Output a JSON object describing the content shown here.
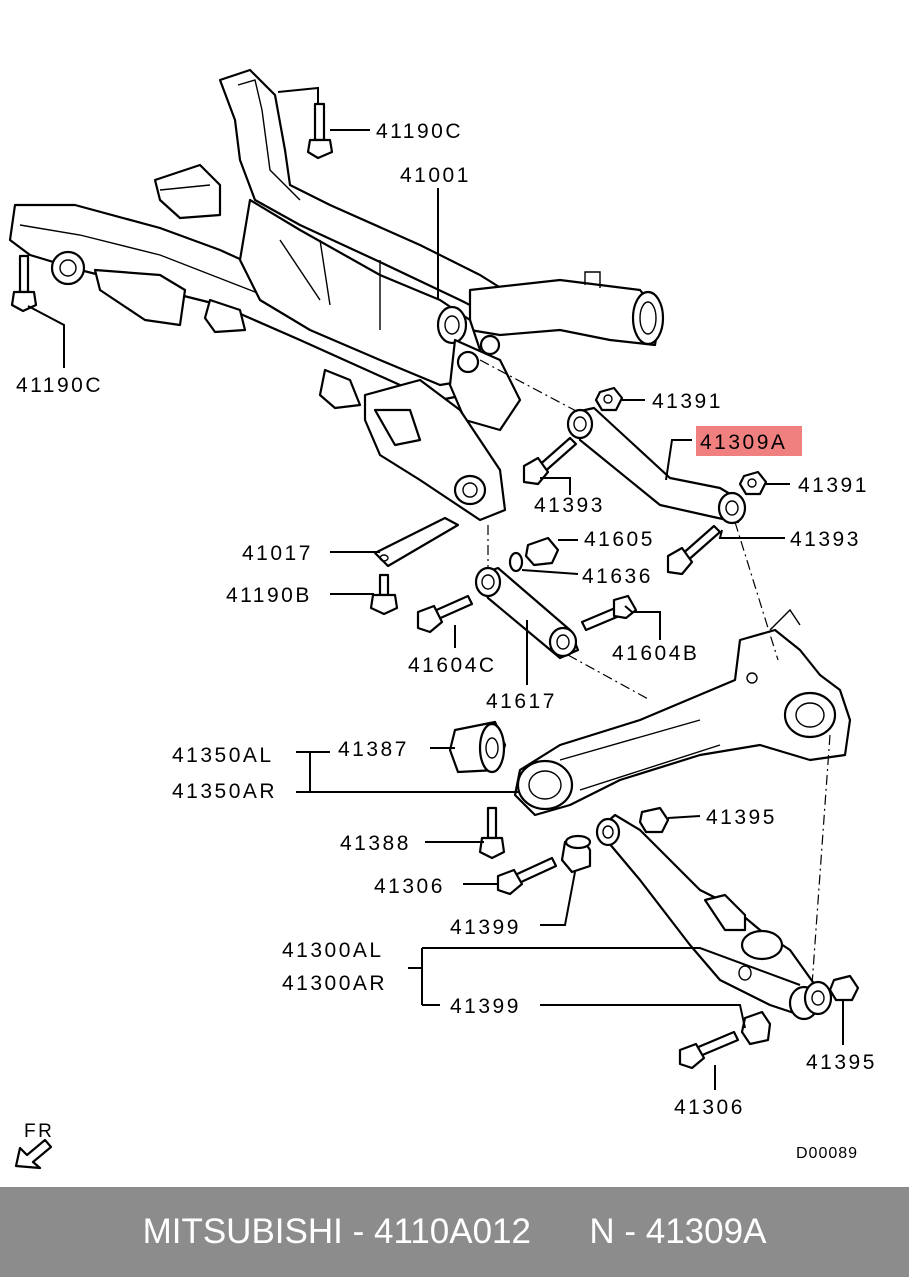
{
  "labels": {
    "p41190C_top": "41190C",
    "p41001": "41001",
    "p41190C_left": "41190C",
    "p41391_a": "41391",
    "p41309A": "41309A",
    "p41391_b": "41391",
    "p41393_a": "41393",
    "p41393_b": "41393",
    "p41605": "41605",
    "p41636": "41636",
    "p41017": "41017",
    "p41190B": "41190B",
    "p41604C": "41604C",
    "p41604B": "41604B",
    "p41617": "41617",
    "p41350AL": "41350AL",
    "p41350AR": "41350AR",
    "p41387": "41387",
    "p41395_a": "41395",
    "p41388": "41388",
    "p41306_a": "41306",
    "p41399_a": "41399",
    "p41300AL": "41300AL",
    "p41300AR": "41300AR",
    "p41399_b": "41399",
    "p41395_b": "41395",
    "p41306_b": "41306",
    "fr": "FR",
    "diagram_code": "D00089"
  },
  "highlight_color": "#f08080",
  "footer": {
    "brand": "MITSUBISHI",
    "part_number": "4110A012",
    "position_ref": "N - 41309A",
    "separator": " - "
  }
}
